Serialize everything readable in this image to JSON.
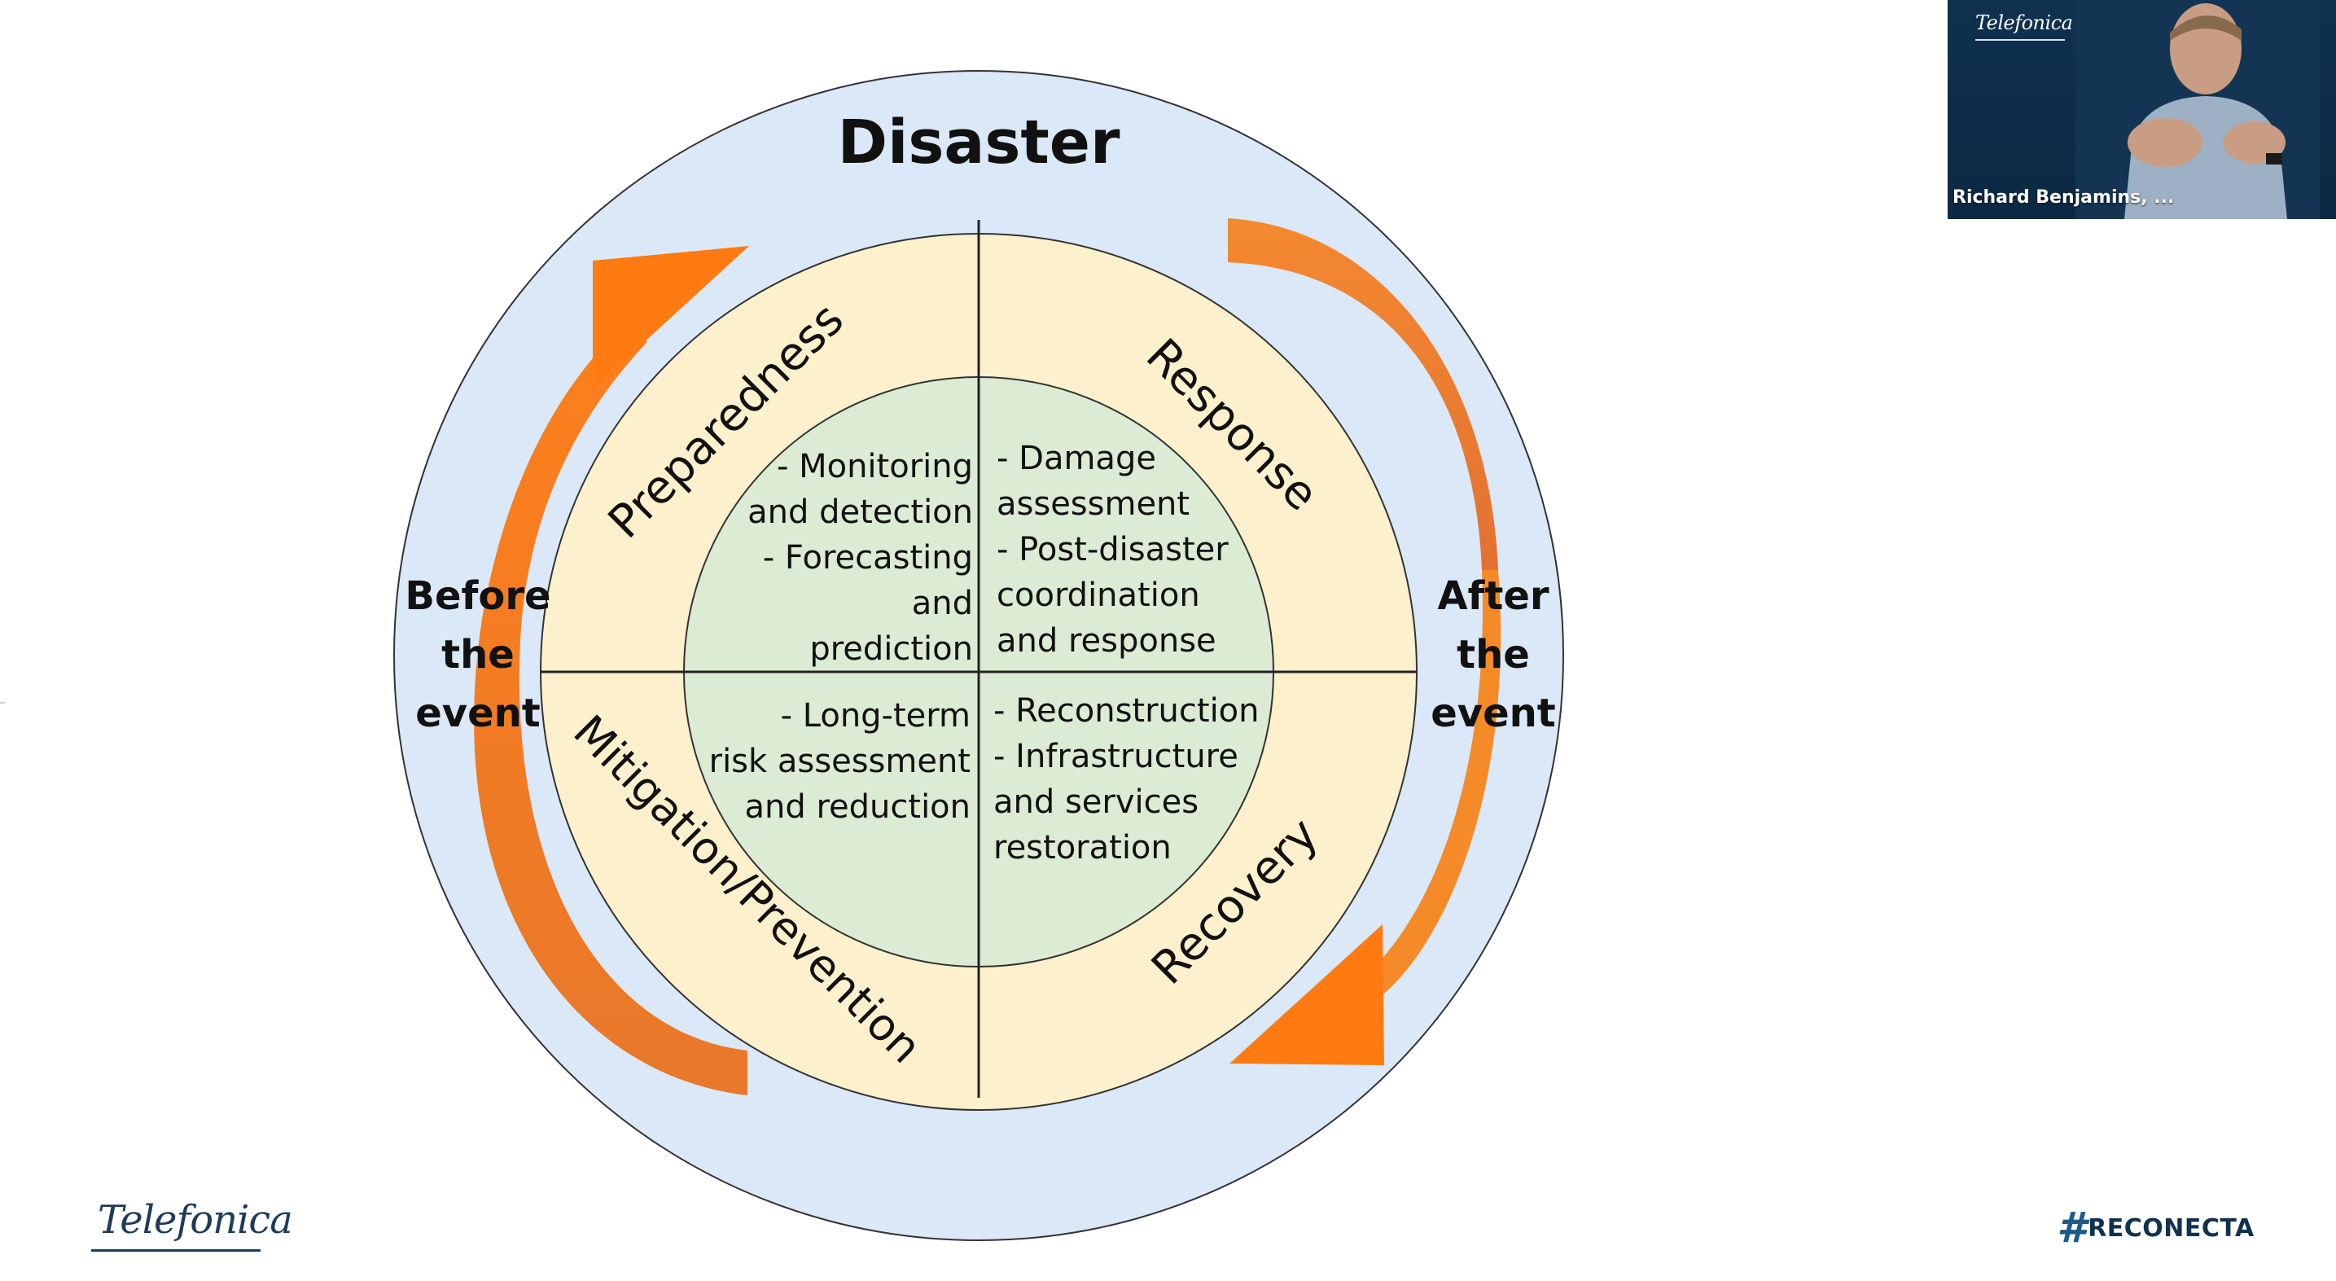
{
  "diagram": {
    "title": "Disaster",
    "left_label": [
      "Before",
      "the",
      "event"
    ],
    "right_label": [
      "After",
      "the",
      "event"
    ],
    "phases": {
      "preparedness": "Preparedness",
      "response": "Response",
      "mitigation": "Mitigation/Prevention",
      "recovery": "Recovery"
    },
    "activities": {
      "preparedness": [
        "- Monitoring",
        "and detection",
        "- Forecasting",
        "and",
        "prediction"
      ],
      "response": [
        "- Damage",
        "assessment",
        "- Post-disaster",
        "coordination",
        "and response"
      ],
      "mitigation": [
        "- Long-term",
        "risk assessment",
        "and reduction"
      ],
      "recovery": [
        "- Reconstruction",
        "- Infrastructure",
        "and services",
        "restoration"
      ]
    },
    "colors": {
      "outer_ring": "#dbe8f7",
      "middle_ring": "#fdf0cc",
      "inner_circle": "#dcebd3",
      "arrow": "#f07a1f",
      "stroke": "#333333"
    }
  },
  "video_call": {
    "brand": "Telefonica",
    "participant": "Richard Benjamins, ...",
    "background_color": "#0f3150"
  },
  "footer": {
    "left_logo": "Telefonica",
    "right_logo_hash": "#",
    "right_logo_text": "RECONECTA"
  }
}
